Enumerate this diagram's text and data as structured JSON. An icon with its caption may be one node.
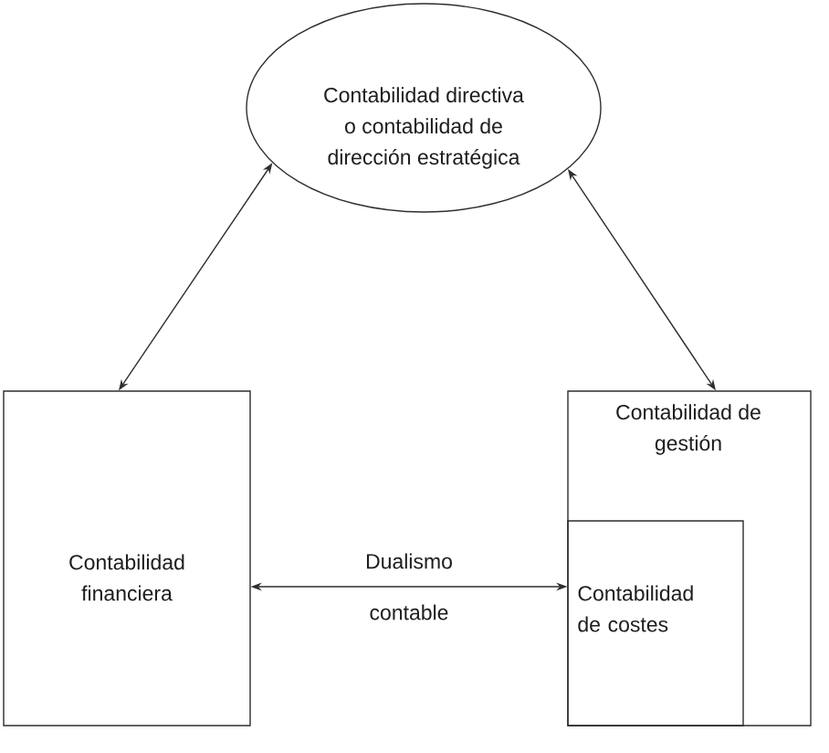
{
  "diagram": {
    "nodes": [
      {
        "text": [
          "Contabilidad directiva o contabilidad de dirección estratégica"
        ]
      },
      {
        "text": [
          "Contabilidad financiera"
        ]
      },
      {
        "text": [
          "Contabilidad de gestión"
        ]
      },
      {
        "text": [
          "Contabilidad de costes"
        ],
        "in": 2
      }
    ],
    "edges": [
      {
        "from": 0,
        "to": 1,
        "arrow": "both"
      },
      {
        "from": 0,
        "to": 2,
        "arrow": "both"
      },
      {
        "from": 1,
        "to": 3,
        "arrow": "both",
        "label": "Dualismo contable"
      }
    ]
  }
}
